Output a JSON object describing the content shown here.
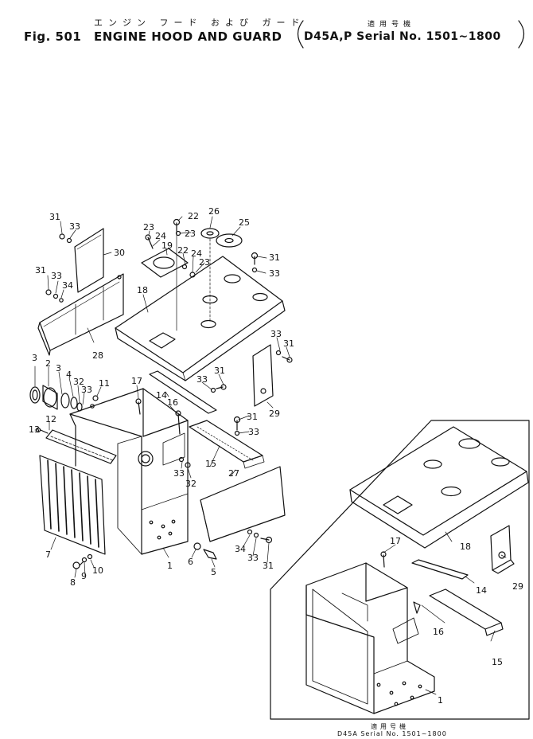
{
  "header": {
    "fig_label": "Fig. 501",
    "title_jp": "エンジン フード および ガード",
    "title_en": "ENGINE HOOD AND GUARD",
    "applicability_jp": "適用号機",
    "applicability_en": "D45A,P Serial No. 1501~1800"
  },
  "inset": {
    "applicability_jp": "適用号機",
    "applicability_en": "D45A Serial No. 1501~1800"
  },
  "callouts": {
    "c1": "31",
    "c2": "33",
    "c3": "30",
    "c4": "31",
    "c5": "33",
    "c6": "34",
    "c7": "28",
    "c8": "23",
    "c9": "24",
    "c10": "22",
    "c11": "23",
    "c12": "26",
    "c13": "25",
    "c14": "19",
    "c15": "22",
    "c16": "24",
    "c17": "23",
    "c18": "31",
    "c19": "33",
    "c20": "18",
    "c21": "33",
    "c22": "31",
    "c23": "29",
    "c24": "3",
    "c25": "2",
    "c26": "3",
    "c27": "4",
    "c28": "32",
    "c29": "33",
    "c30": "11",
    "c31": "17",
    "c32": "14",
    "c33": "33",
    "c34": "31",
    "c35": "16",
    "c36": "31",
    "c37": "33",
    "c38": "15",
    "c39": "33",
    "c40": "32",
    "c41": "27",
    "c42": "13",
    "c43": "12",
    "c44": "7",
    "c45": "8",
    "c46": "9",
    "c47": "10",
    "c48": "1",
    "c49": "6",
    "c50": "5",
    "c51": "34",
    "c52": "33",
    "c53": "31",
    "i1": "17",
    "i2": "18",
    "i3": "29",
    "i4": "14",
    "i5": "16",
    "i6": "15",
    "i7": "1"
  }
}
